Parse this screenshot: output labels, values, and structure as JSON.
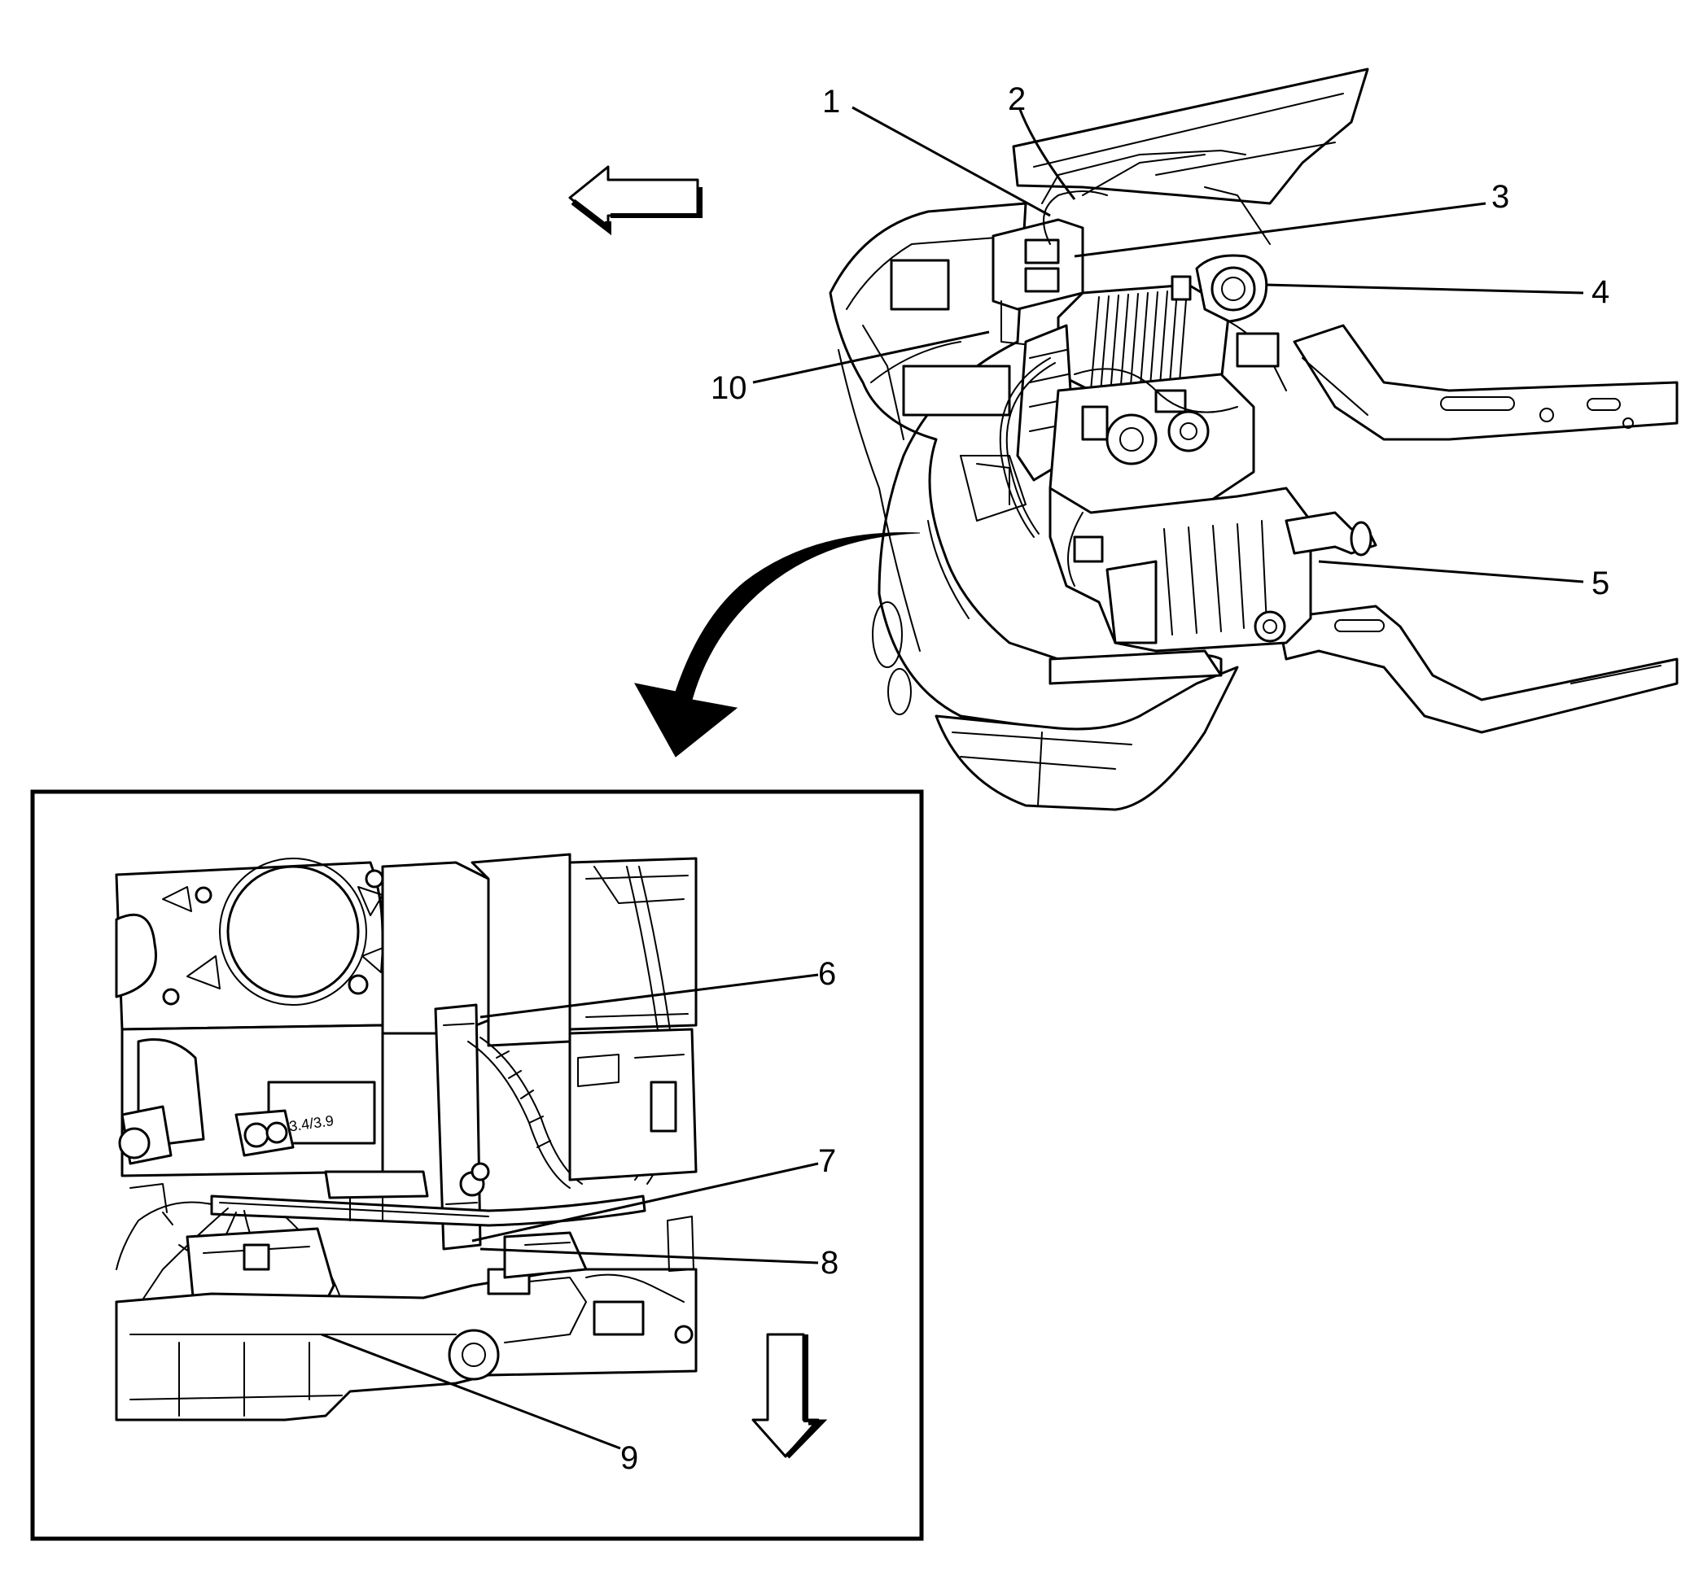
{
  "callouts": [
    {
      "id": "1",
      "label": "1"
    },
    {
      "id": "2",
      "label": "2"
    },
    {
      "id": "3",
      "label": "3"
    },
    {
      "id": "4",
      "label": "4"
    },
    {
      "id": "5",
      "label": "5"
    },
    {
      "id": "6",
      "label": "6"
    },
    {
      "id": "7",
      "label": "7"
    },
    {
      "id": "8",
      "label": "8"
    },
    {
      "id": "9",
      "label": "9"
    },
    {
      "id": "10",
      "label": "10"
    }
  ],
  "block_casting_text": "3.4/3.9",
  "colors": {
    "line": "#000000",
    "background": "#ffffff"
  },
  "icons": {
    "direction_front": "arrow-left-outline-icon",
    "direction_down": "arrow-down-outline-icon",
    "detail_pointer": "curved-arrow-icon"
  }
}
